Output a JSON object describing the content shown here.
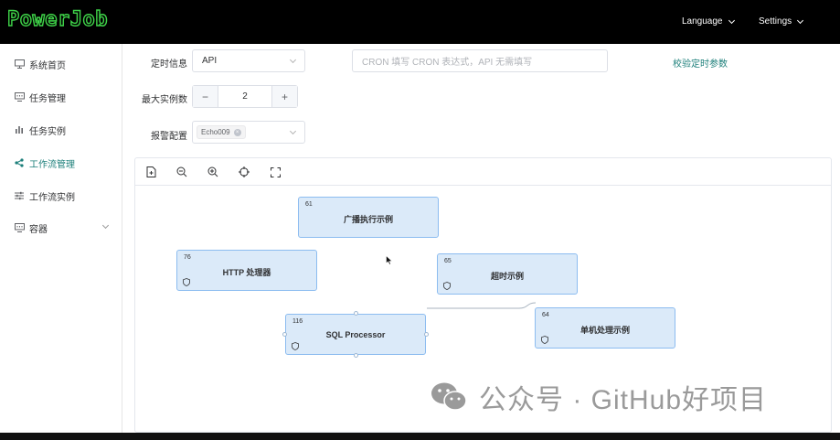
{
  "header": {
    "logo": "PowerJob",
    "language_label": "Language",
    "settings_label": "Settings"
  },
  "sidebar": {
    "items": [
      {
        "label": "系统首页",
        "icon": "monitor-icon"
      },
      {
        "label": "任务管理",
        "icon": "task-list-icon"
      },
      {
        "label": "任务实例",
        "icon": "bar-chart-icon"
      },
      {
        "label": "工作流管理",
        "icon": "share-icon",
        "active": true
      },
      {
        "label": "工作流实例",
        "icon": "sliders-icon"
      },
      {
        "label": "容器",
        "icon": "container-icon",
        "expandable": true
      }
    ]
  },
  "form": {
    "timing_label": "定时信息",
    "timing_type": "API",
    "cron_placeholder": "CRON 填写 CRON 表达式，API 无需填写",
    "validate_link": "校验定时参数",
    "max_instances_label": "最大实例数",
    "max_instances_value": "2",
    "minus": "−",
    "plus": "+",
    "alarm_label": "报警配置",
    "alarm_tag": "Echo009"
  },
  "graph": {
    "nodes": [
      {
        "id": "61",
        "name": "广播执行示例"
      },
      {
        "id": "76",
        "name": "HTTP 处理器"
      },
      {
        "id": "65",
        "name": "超时示例"
      },
      {
        "id": "116",
        "name": "SQL Processor"
      },
      {
        "id": "64",
        "name": "单机处理示例"
      }
    ]
  },
  "watermark": {
    "text": "公众号 · GitHub好项目"
  },
  "colors": {
    "accent": "#1c7f7a",
    "logo_green": "#3fd449",
    "node_fill": "#dbeaf9",
    "node_border": "#8cbcf0"
  }
}
